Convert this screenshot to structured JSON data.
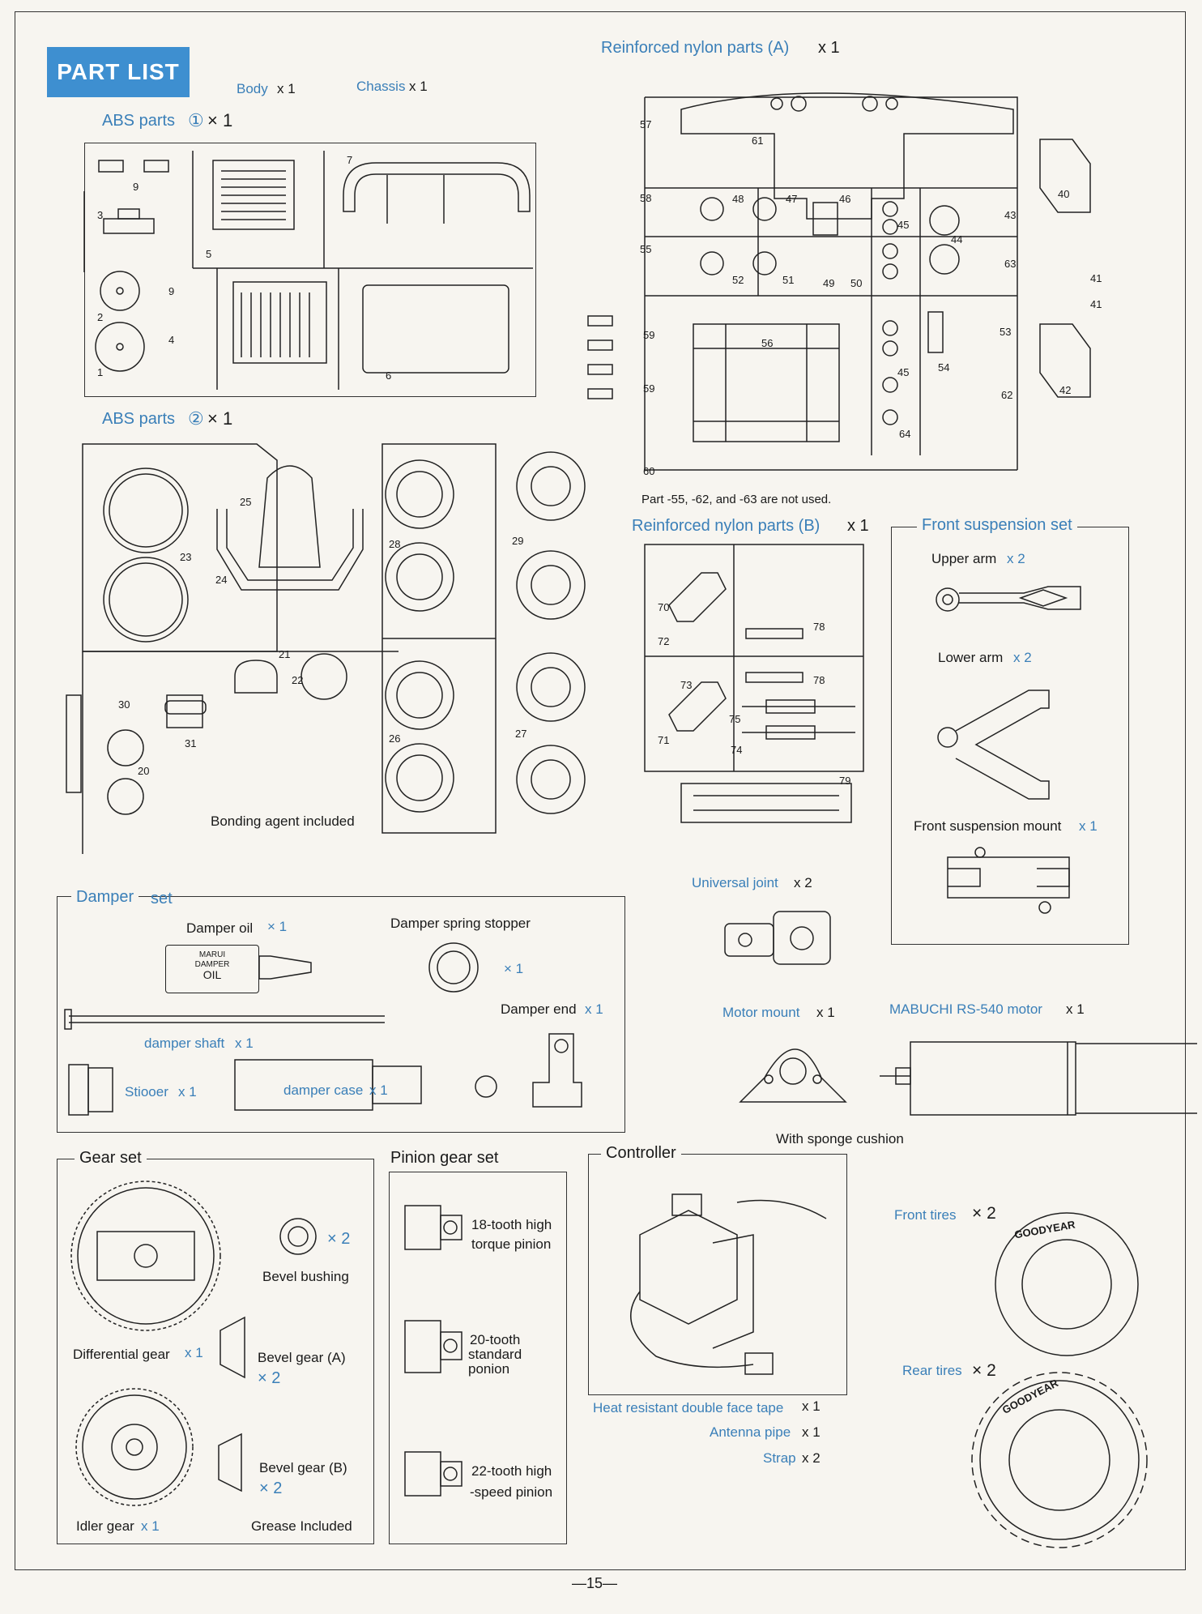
{
  "header": {
    "title": "PART LIST",
    "body": "Body",
    "body_qty": "x 1",
    "chassis": "Chassis",
    "chassis_qty": "x 1"
  },
  "abs1": {
    "title": "ABS parts",
    "marker": "①",
    "qty": "× 1",
    "nums": [
      "9",
      "3",
      "5",
      "7",
      "9",
      "2",
      "4",
      "1",
      "6"
    ]
  },
  "abs2": {
    "title": "ABS parts",
    "marker": "②",
    "qty": "× 1",
    "nums": [
      "25",
      "23",
      "24",
      "28",
      "29",
      "21",
      "22",
      "30",
      "31",
      "20",
      "26",
      "27"
    ],
    "note": "Bonding agent included"
  },
  "nylonA": {
    "title": "Reinforced nylon parts (A)",
    "qty": "x 1",
    "nums": [
      "57",
      "61",
      "58",
      "48",
      "47",
      "46",
      "45",
      "44",
      "43",
      "40",
      "55",
      "52",
      "51",
      "49",
      "50",
      "63",
      "41",
      "41",
      "59",
      "56",
      "53",
      "59",
      "45",
      "54",
      "62",
      "42",
      "64",
      "60"
    ],
    "note": "Part -55, -62, and -63 are not used."
  },
  "nylonB": {
    "title": "Reinforced nylon parts (B)",
    "qty": "x 1",
    "nums": [
      "70",
      "72",
      "78",
      "73",
      "78",
      "71",
      "75",
      "74",
      "79"
    ]
  },
  "front_susp": {
    "title": "Front suspension set",
    "upper": "Upper arm",
    "upper_qty": "x 2",
    "lower": "Lower arm",
    "lower_qty": "x 2",
    "mount": "Front suspension mount",
    "mount_qty": "x 1"
  },
  "damper": {
    "title": "Damper",
    "title2": "set",
    "oil": "Damper oil",
    "oil_qty": "× 1",
    "bottle_l1": "MARUI",
    "bottle_l2": "DAMPER",
    "bottle_l3": "OIL",
    "spring_stopper": "Damper spring stopper",
    "spring_qty": "× 1",
    "end": "Damper end",
    "end_qty": "x 1",
    "shaft": "damper shaft",
    "shaft_qty": "x 1",
    "stopper": "Stiooer",
    "stopper_qty": "x 1",
    "case": "damper case",
    "case_qty": "x 1"
  },
  "universal": {
    "label": "Universal joint",
    "qty": "x 2"
  },
  "motor_mount": {
    "label": "Motor mount",
    "qty": "x 1",
    "note": "With sponge cushion"
  },
  "motor": {
    "label": "MABUCHI RS-540 motor",
    "qty": "x 1"
  },
  "gear": {
    "title": "Gear set",
    "bushing_qty": "× 2",
    "bushing": "Bevel bushing",
    "diff": "Differential gear",
    "diff_qty": "x 1",
    "bevelA": "Bevel gear (A)",
    "bevelA_qty": "× 2",
    "bevelB": "Bevel gear (B)",
    "bevelB_qty": "× 2",
    "idler": "Idler gear",
    "idler_qty": "x 1",
    "grease": "Grease Included"
  },
  "pinion": {
    "title": "Pinion gear set",
    "p18a": "18-tooth high",
    "p18b": "torque pinion",
    "p20a": "20-tooth",
    "p20b": "standard",
    "p20c": "ponion",
    "p22a": "22-tooth high",
    "p22b": "-speed pinion"
  },
  "controller": {
    "title": "Controller",
    "tape": "Heat resistant double face tape",
    "tape_qty": "x 1",
    "antenna": "Antenna pipe",
    "antenna_qty": "x 1",
    "strap": "Strap",
    "strap_qty": "x 2"
  },
  "tires": {
    "front": "Front tires",
    "front_qty": "× 2",
    "rear": "Rear tires",
    "rear_qty": "× 2",
    "brand": "GOODYEAR"
  },
  "page_number": "—15—"
}
